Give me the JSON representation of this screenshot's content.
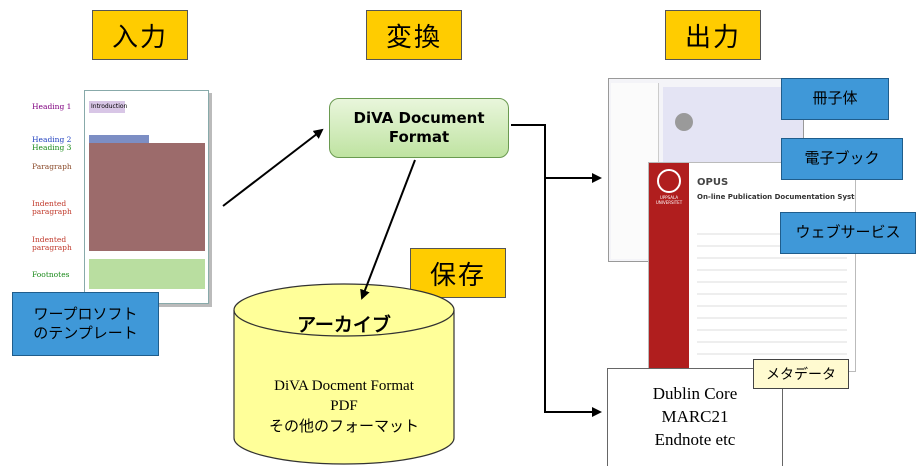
{
  "stages": {
    "input": "入力",
    "convert": "変換",
    "output": "出力",
    "save": "保存"
  },
  "word_doc": {
    "headings": [
      "Heading 1",
      "Heading 2",
      "Heading 3",
      "Paragraph",
      "Indented paragraph",
      "Indented paragraph",
      "Footnotes"
    ],
    "intro": "Introduction",
    "label": [
      "ワープロソフト",
      "のテンプレート"
    ]
  },
  "diva_format": [
    "DiVA Document",
    "Format"
  ],
  "archive": {
    "title": "アーカイブ",
    "lines": [
      "DiVA Docment Format",
      "PDF",
      "その他のフォーマット"
    ]
  },
  "outputs": {
    "booklet": "冊子体",
    "ebook": "電子ブック",
    "web": "ウェブサービス",
    "metadata": "メタデータ",
    "metadata_lines": [
      "Dublin Core",
      "MARC21",
      "Endnote etc"
    ]
  },
  "opus": {
    "title": "OPUS",
    "subtitle": "On-line Publication Documentation System for Uppsala Univer",
    "uni": "UPPSALA UNIVERSITET"
  },
  "colors": {
    "orange": "#ffcc00",
    "blue": "#3f98d8",
    "green": "#bfe3a1",
    "yellow": "#ffff99"
  }
}
